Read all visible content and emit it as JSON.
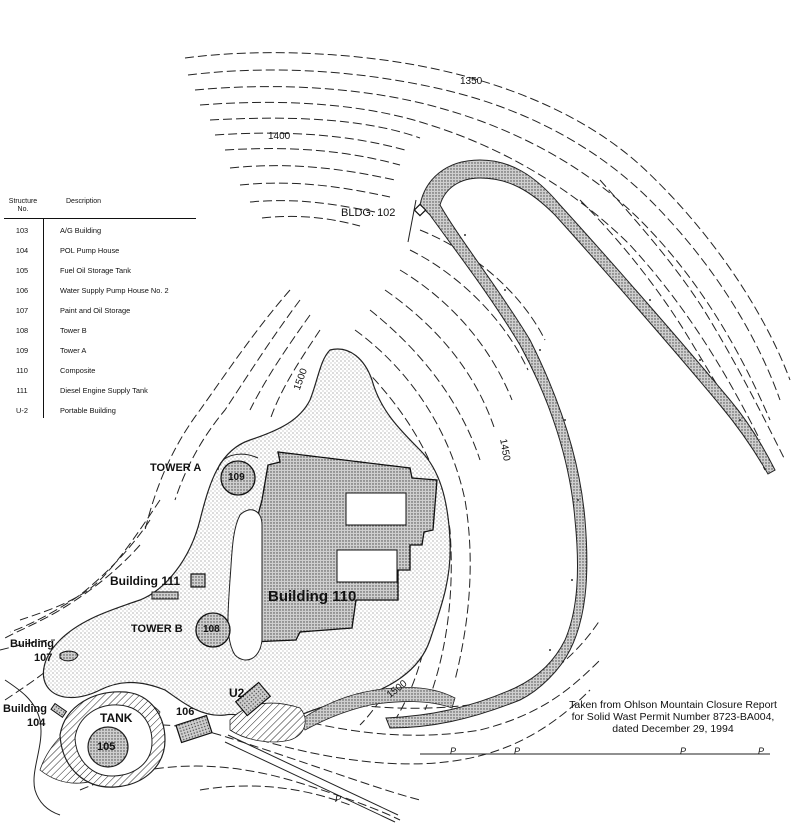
{
  "legend": {
    "header_number": "Structure No.",
    "header_description": "Description",
    "rows": [
      {
        "number": "103",
        "description": "A/G Building"
      },
      {
        "number": "104",
        "description": "POL Pump House"
      },
      {
        "number": "105",
        "description": "Fuel Oil Storage Tank"
      },
      {
        "number": "106",
        "description": "Water Supply Pump House No. 2"
      },
      {
        "number": "107",
        "description": "Paint and Oil Storage"
      },
      {
        "number": "108",
        "description": "Tower B"
      },
      {
        "number": "109",
        "description": "Tower A"
      },
      {
        "number": "110",
        "description": "Composite"
      },
      {
        "number": "111",
        "description": "Diesel Engine Supply Tank"
      },
      {
        "number": "U-2",
        "description": "Portable Building"
      }
    ]
  },
  "contours": {
    "c1350": "1350",
    "c1400": "1400",
    "c1500": "1500",
    "c1450": "1450",
    "c1500b": "1500"
  },
  "labels": {
    "bldg102": "BLDG. 102",
    "tower_a": "TOWER A",
    "tower_a_num": "109",
    "building111": "Building 111",
    "tower_b": "TOWER B",
    "tower_b_num": "108",
    "building107_line1": "Building",
    "building107_line2": "107",
    "building104_line1": "Building",
    "building104_line2": "104",
    "tank": "TANK",
    "tank_num": "105",
    "b106": "106",
    "u2": "U2",
    "building110": "Building 110",
    "p1": "P",
    "p2": "P",
    "p3": "P",
    "p4": "P",
    "p5": "P"
  },
  "caption": {
    "line1": "Taken from Ohlson Mountain Closure Report",
    "line2": "for Solid Wast Permit Number 8723-BA004,",
    "line3": "dated December 29, 1994"
  }
}
